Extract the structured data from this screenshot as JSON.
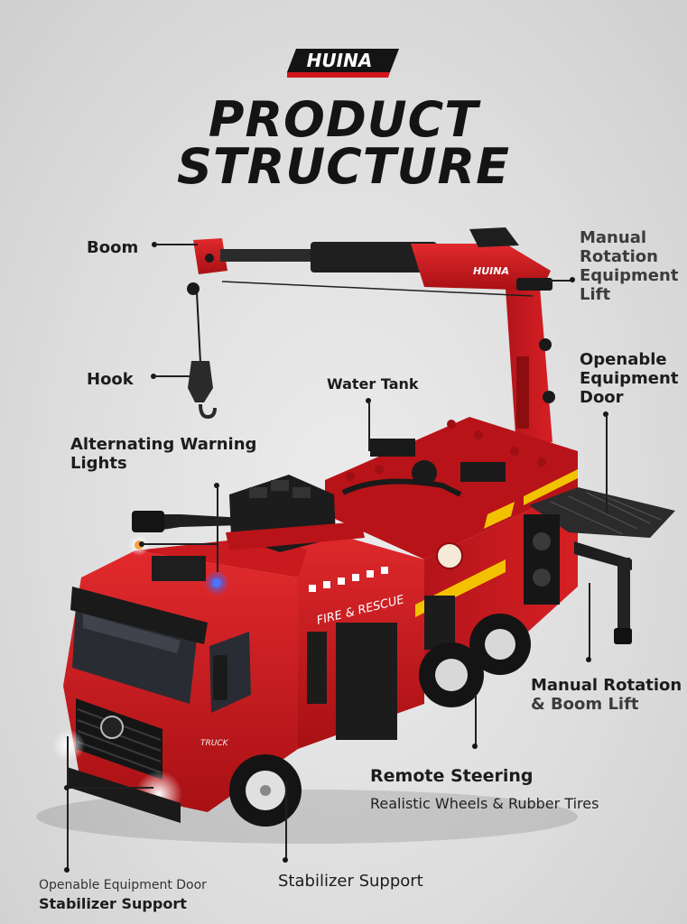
{
  "brand": {
    "logo_text": "HUINA"
  },
  "title": {
    "line1": "PRODUCT",
    "line2": "STRUCTURE"
  },
  "truck": {
    "boom_brand_text": "HUINA",
    "side_text": "FIRE & RESCUE",
    "cab_badge_text": "TRUCK"
  },
  "labels": {
    "boom": "Boom",
    "manual_rotation_lift": [
      "Manual",
      "Rotation",
      "Equipment",
      "Lift"
    ],
    "hook": "Hook",
    "water_tank": "Water Tank",
    "openable_door_right": [
      "Openable",
      "Equipment",
      "Door"
    ],
    "warning_lights": [
      "Alternating Warning",
      "Lights"
    ],
    "manual_rotation_boom": [
      "Manual Rotation",
      "& Boom Lift"
    ],
    "remote_steering": "Remote Steering",
    "wheels_tires": "Realistic Wheels & Rubber Tires",
    "openable_door_bottom": "Openable Equipment Door",
    "stabilizer_bottom_left": "Stabilizer Support",
    "stabilizer_bottom_center": "Stabilizer Support"
  },
  "colors": {
    "truck_red": "#c8171b",
    "dark": "#1a1a1a",
    "accent_yellow": "#f2c200"
  }
}
